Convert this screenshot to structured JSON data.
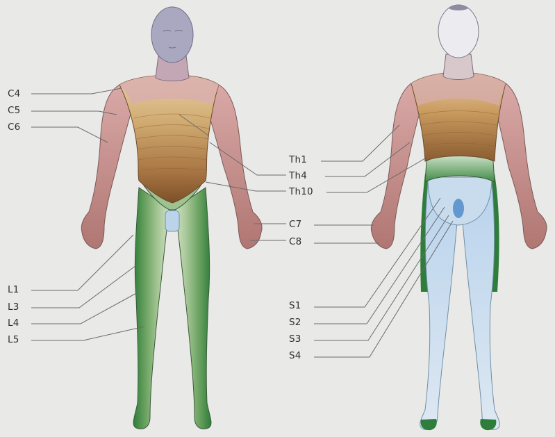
{
  "front_labels": {
    "c4": "C4",
    "c5": "C5",
    "c6": "C6",
    "l1": "L1",
    "l3": "L3",
    "l4": "L4",
    "l5": "L5"
  },
  "back_labels": {
    "th1": "Th1",
    "th4": "Th4",
    "th10": "Th10",
    "c7": "C7",
    "c8": "C8",
    "s1": "S1",
    "s2": "S2",
    "s3": "S3",
    "s4": "S4"
  },
  "colors": {
    "background": "#e9e9e7",
    "head_neck": "#aaa8c0",
    "cervical_pink": "#d3a2a6",
    "arm_mauve": "#c38c88",
    "thoracic_tan": "#c9a26a",
    "thoracic_dark": "#8b5e34",
    "lumbar_green_light": "#b3cfa3",
    "lumbar_green_dark": "#2f7d3a",
    "sacral_blue": "#c9dcee",
    "sacral_blue_dark": "#4a86c8",
    "leader_line": "#666666"
  }
}
